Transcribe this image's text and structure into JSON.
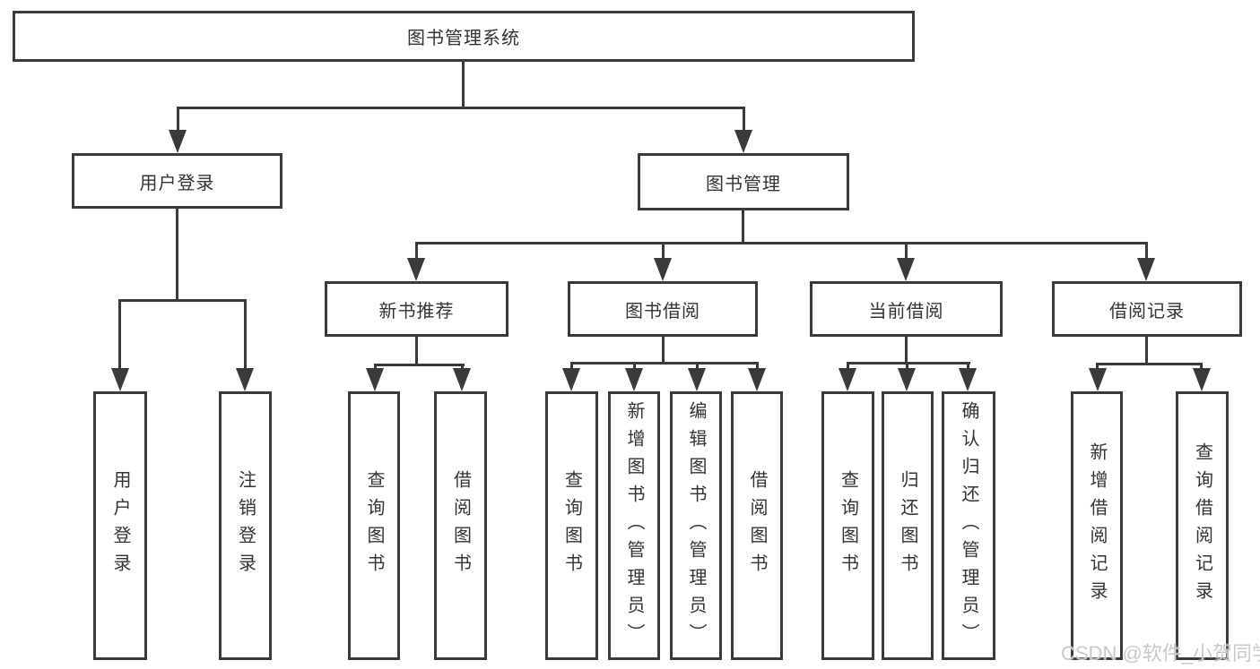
{
  "tree": {
    "label": "图书管理系统",
    "children": [
      {
        "label": "用户登录",
        "children": [
          {
            "label": "用户登录"
          },
          {
            "label": "注销登录"
          }
        ]
      },
      {
        "label": "图书管理",
        "children": [
          {
            "label": "新书推荐",
            "children": [
              {
                "label": "查询图书"
              },
              {
                "label": "借阅图书"
              }
            ]
          },
          {
            "label": "图书借阅",
            "children": [
              {
                "label": "查询图书"
              },
              {
                "label": "新增图书（管理员）"
              },
              {
                "label": "编辑图书（管理员）"
              },
              {
                "label": "借阅图书"
              }
            ]
          },
          {
            "label": "当前借阅",
            "children": [
              {
                "label": "查询图书"
              },
              {
                "label": "归还图书"
              },
              {
                "label": "确认归还（管理员）"
              }
            ]
          },
          {
            "label": "借阅记录",
            "children": [
              {
                "label": "新增借阅记录"
              },
              {
                "label": "查询借阅记录"
              }
            ]
          }
        ]
      }
    ]
  },
  "watermark": {
    "text": "CSDN @软件_小贺同学"
  },
  "colors": {
    "line": "#3a3a3a",
    "text": "#333333",
    "background": "#ffffff",
    "watermark": "#c9c9c9"
  }
}
